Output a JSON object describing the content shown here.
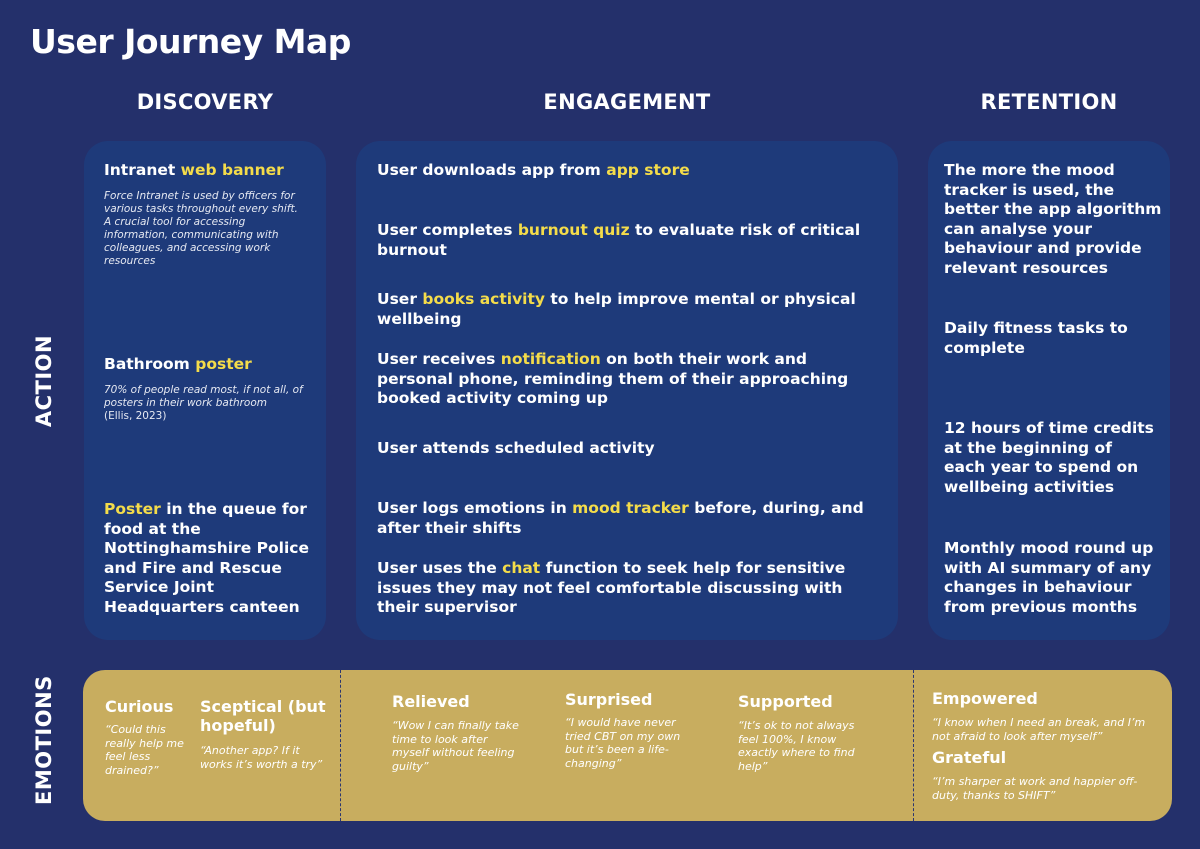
{
  "title": "User Journey Map",
  "columns": [
    "DISCOVERY",
    "ENGAGEMENT",
    "RETENTION"
  ],
  "rows": [
    "ACTION",
    "EMOTIONS"
  ],
  "colors": {
    "background": "#24306b",
    "panel": "#1e3a7a",
    "highlight": "#f4dc4a",
    "emotions_band": "#c8ad5f"
  },
  "discovery": {
    "i1": {
      "pre": "Intranet ",
      "hl": "web banner",
      "note": "Force Intranet is used by officers for various tasks throughout every shift. A crucial tool for accessing information, communicating with colleagues, and accessing work resources"
    },
    "i2": {
      "pre": "Bathroom ",
      "hl": "poster",
      "note": "70% of people read most, if not all, of posters in their work bathroom",
      "cite": "(Ellis, 2023)"
    },
    "i3": {
      "hl": "Poster",
      "post": " in the queue for food at the Nottinghamshire Police and Fire and Rescue Service Joint Headquarters canteen"
    }
  },
  "engagement": {
    "i1": {
      "pre": "User downloads app from ",
      "hl": "app store",
      "post": ""
    },
    "i2": {
      "pre": "User completes ",
      "hl": "burnout quiz",
      "post": " to evaluate risk of critical burnout"
    },
    "i3": {
      "pre": "User ",
      "hl": "books activity",
      "post": " to help improve mental or physical wellbeing"
    },
    "i4": {
      "pre": "User receives ",
      "hl": "notification",
      "post": " on both their work and personal phone, reminding them of their approaching booked activity coming up"
    },
    "i5": {
      "text": "User attends scheduled activity"
    },
    "i6": {
      "pre": "User logs emotions in ",
      "hl": "mood tracker",
      "post": " before, during, and after their shifts"
    },
    "i7": {
      "pre": "User uses the ",
      "hl": "chat",
      "post": " function to seek help for sensitive issues they may not feel comfortable discussing with their supervisor"
    }
  },
  "retention": {
    "i1": "The more the mood tracker is used, the better the app algorithm can analyse your behaviour and provide relevant resources",
    "i2": "Daily fitness tasks to complete",
    "i3": "12 hours of time credits at the beginning of each year to spend on wellbeing activities",
    "i4": "Monthly mood round up with AI summary of any changes in behaviour from previous months"
  },
  "emotions": {
    "curious": {
      "title": "Curious",
      "quote": "“Could this really help me feel less drained?”"
    },
    "sceptical": {
      "title": "Sceptical (but hopeful)",
      "quote": "“Another app? If it works it’s worth a try”"
    },
    "relieved": {
      "title": "Relieved",
      "quote": "“Wow I can finally take time to look after myself without feeling guilty”"
    },
    "surprised": {
      "title": "Surprised",
      "quote": "“I would have never tried CBT on my own but it’s been a life-changing”"
    },
    "supported": {
      "title": "Supported",
      "quote": "“It’s ok to not always feel 100%, I know exactly where to find help”"
    },
    "empowered": {
      "title": "Empowered",
      "quote": "“I know when I need an break, and I’m not afraid to look after myself”"
    },
    "grateful": {
      "title": "Grateful",
      "quote": "“I’m sharper at work and happier off-duty, thanks to SHIFT”"
    }
  }
}
